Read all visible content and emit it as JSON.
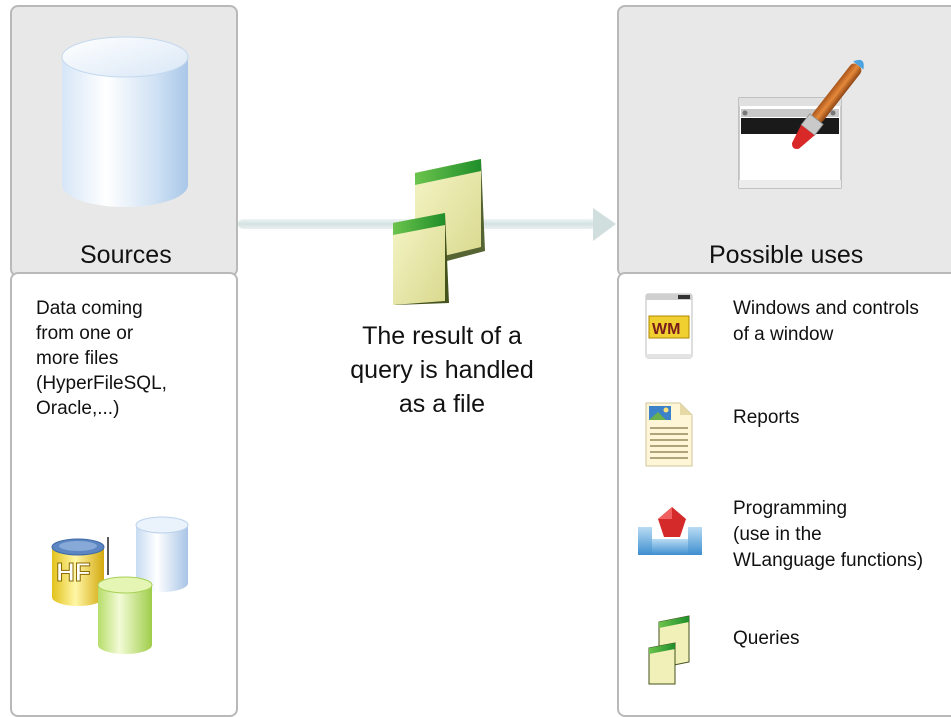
{
  "sources": {
    "title": "Sources",
    "description": "Data coming\nfrom one or\nmore files\n(HyperFileSQL,\n Oracle,...)",
    "hf_logo_text": "HF"
  },
  "center": {
    "caption": "The result of a\nquery is handled\nas a file"
  },
  "uses": {
    "title": "Possible uses",
    "items": [
      {
        "label": "Windows and controls\nof a window",
        "icon": "window-controls-icon"
      },
      {
        "label": "Reports",
        "icon": "report-icon"
      },
      {
        "label": "Programming\n(use in the\nWLanguage functions)",
        "icon": "programming-icon"
      },
      {
        "label": "Queries",
        "icon": "queries-icon"
      }
    ],
    "wm_logo_text": "WM"
  },
  "colors": {
    "panel_bg": "#e8e8e8",
    "panel_border": "#b9b9b9",
    "arrow": "#dde8e8",
    "green": "#3aa83a",
    "file_body": "#e6e6a0"
  }
}
